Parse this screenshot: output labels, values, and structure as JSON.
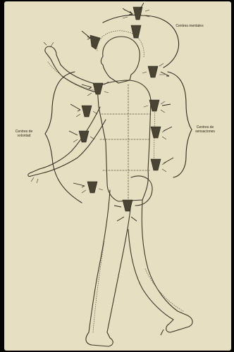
{
  "labels": {
    "mental": "Centres mentales",
    "volition": "Centres de\nvolontad",
    "sensation": "Centres de\nsensaciones"
  },
  "colors": {
    "background": "#050505",
    "paper": "#e6dfc2",
    "ink": "#2a261c"
  },
  "icons": [
    "cone-icon",
    "arrow-icon",
    "brace-icon"
  ]
}
